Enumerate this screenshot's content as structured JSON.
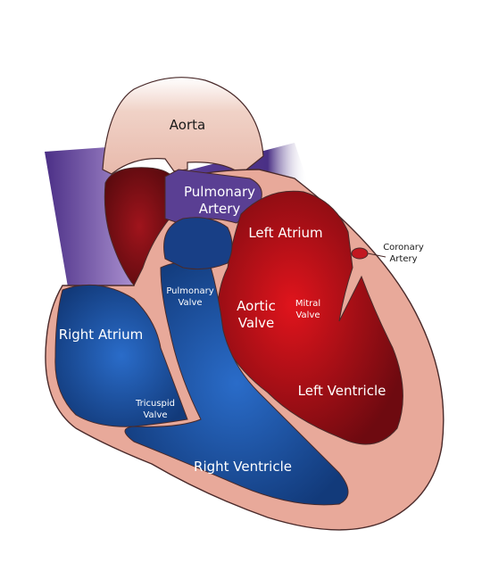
{
  "labels": {
    "aorta": "Aorta",
    "pulmonary_artery_1": "Pulmonary",
    "pulmonary_artery_2": "Artery",
    "left_atrium": "Left Atrium",
    "coronary_artery_1": "Coronary",
    "coronary_artery_2": "Artery",
    "pulmonary_valve_1": "Pulmonary",
    "pulmonary_valve_2": "Valve",
    "aortic_valve_1": "Aortic",
    "aortic_valve_2": "Valve",
    "mitral_valve_1": "Mitral",
    "mitral_valve_2": "Valve",
    "right_atrium": "Right Atrium",
    "tricuspid_valve_1": "Tricuspid",
    "tricuspid_valve_2": "Valve",
    "left_ventricle": "Left Ventricle",
    "right_ventricle": "Right Ventricle"
  },
  "colors": {
    "wall": "#e8a99a",
    "wall_outline": "#4a2a2a",
    "aorta_fill": "#f2d6cc",
    "vein_purple": "#5a3f93",
    "deoxygenated_blue": "#1c4f9e",
    "oxygenated_red": "#b3121c",
    "dark_red": "#6e0a10"
  }
}
